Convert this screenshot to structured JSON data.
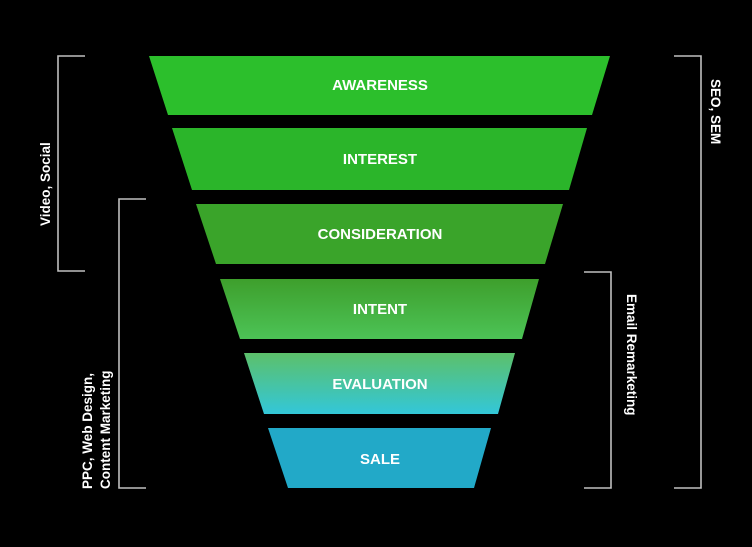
{
  "stages": [
    {
      "label": "AWARENESS",
      "fill": "solid",
      "color": "#2cbf2c"
    },
    {
      "label": "INTEREST",
      "fill": "solid",
      "color": "#2bb52a"
    },
    {
      "label": "CONSIDERATION",
      "fill": "solid",
      "color": "#3aa42a"
    },
    {
      "label": "INTENT",
      "fill": "gradient",
      "color_top": "#3e9f2c",
      "color_bottom": "#4cc356"
    },
    {
      "label": "EVALUATION",
      "fill": "gradient",
      "color_top": "#5cc06a",
      "color_bottom": "#33c7d9"
    },
    {
      "label": "SALE",
      "fill": "solid",
      "color": "#22a9c8"
    }
  ],
  "brackets": {
    "video_social": {
      "lines": [
        "Video, Social"
      ]
    },
    "ppc": {
      "lines": [
        "PPC, Web Design,",
        "Content Marketing"
      ]
    },
    "seo_sem": {
      "lines": [
        "SEO, SEM"
      ]
    },
    "email": {
      "lines": [
        "Email Remarketing"
      ]
    }
  },
  "colors": {
    "background": "#000000",
    "text": "#ffffff",
    "bracket": "#bfbfbf"
  }
}
